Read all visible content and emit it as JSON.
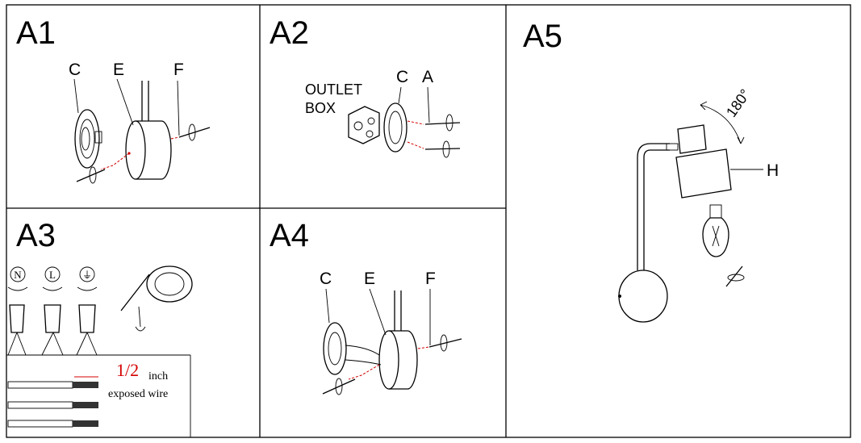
{
  "panels": {
    "a1": {
      "title": "A1",
      "labels": [
        "C",
        "E",
        "F"
      ]
    },
    "a2": {
      "title": "A2",
      "labels": [
        "C",
        "A"
      ],
      "outlet_line1": "OUTLET",
      "outlet_line2": "BOX"
    },
    "a3": {
      "title": "A3",
      "symbols": [
        "N",
        "L",
        "⏚"
      ],
      "measure": "1/2",
      "unit": "inch",
      "caption": "exposed wire"
    },
    "a4": {
      "title": "A4",
      "labels": [
        "C",
        "E",
        "F"
      ]
    },
    "a5": {
      "title": "A5",
      "angle": "180°",
      "label_h": "H"
    }
  },
  "colors": {
    "line": "#000000",
    "accent": "#d40000",
    "background": "#ffffff"
  }
}
